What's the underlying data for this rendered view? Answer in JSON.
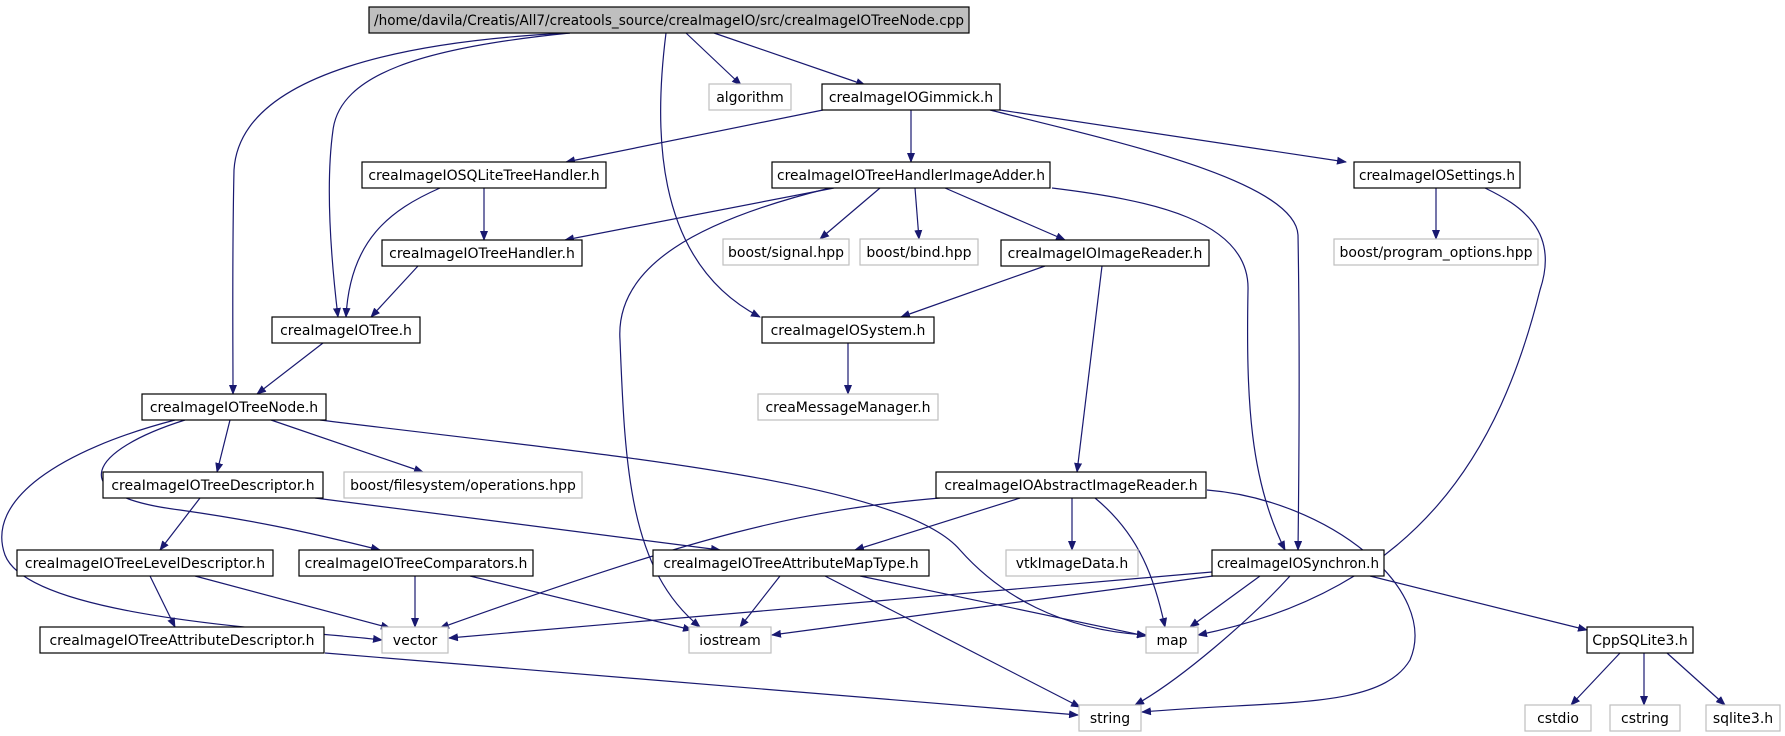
{
  "diagram": {
    "type": "include-dependency-graph",
    "colors": {
      "edge": "#191970",
      "node_border_internal": "#000000",
      "node_border_external": "#bfbfbf",
      "root_fill": "#bfbfbf",
      "node_fill": "#ffffff"
    },
    "nodes": [
      {
        "id": "root",
        "label": "/home/davila/Creatis/All7/creatools_source/creaImageIO/src/creaImageIOTreeNode.cpp",
        "kind": "root"
      },
      {
        "id": "algorithm",
        "label": "algorithm",
        "kind": "external"
      },
      {
        "id": "gimmick",
        "label": "creaImageIOGimmick.h",
        "kind": "internal"
      },
      {
        "id": "sqlite_handler",
        "label": "creaImageIOSQLiteTreeHandler.h",
        "kind": "internal"
      },
      {
        "id": "adder",
        "label": "creaImageIOTreeHandlerImageAdder.h",
        "kind": "internal"
      },
      {
        "id": "settings",
        "label": "creaImageIOSettings.h",
        "kind": "internal"
      },
      {
        "id": "tree_handler",
        "label": "creaImageIOTreeHandler.h",
        "kind": "internal"
      },
      {
        "id": "signal",
        "label": "boost/signal.hpp",
        "kind": "external"
      },
      {
        "id": "bind",
        "label": "boost/bind.hpp",
        "kind": "external"
      },
      {
        "id": "image_reader",
        "label": "creaImageIOImageReader.h",
        "kind": "internal"
      },
      {
        "id": "program_options",
        "label": "boost/program_options.hpp",
        "kind": "external"
      },
      {
        "id": "tree",
        "label": "creaImageIOTree.h",
        "kind": "internal"
      },
      {
        "id": "system",
        "label": "creaImageIOSystem.h",
        "kind": "internal"
      },
      {
        "id": "tree_node",
        "label": "creaImageIOTreeNode.h",
        "kind": "internal"
      },
      {
        "id": "message_manager",
        "label": "creaMessageManager.h",
        "kind": "external"
      },
      {
        "id": "tree_descriptor",
        "label": "creaImageIOTreeDescriptor.h",
        "kind": "internal"
      },
      {
        "id": "filesystem",
        "label": "boost/filesystem/operations.hpp",
        "kind": "external"
      },
      {
        "id": "abstract_reader",
        "label": "creaImageIOAbstractImageReader.h",
        "kind": "internal"
      },
      {
        "id": "level_descriptor",
        "label": "creaImageIOTreeLevelDescriptor.h",
        "kind": "internal"
      },
      {
        "id": "comparators",
        "label": "creaImageIOTreeComparators.h",
        "kind": "internal"
      },
      {
        "id": "attr_map",
        "label": "creaImageIOTreeAttributeMapType.h",
        "kind": "internal"
      },
      {
        "id": "vtk_image_data",
        "label": "vtkImageData.h",
        "kind": "external"
      },
      {
        "id": "synchron",
        "label": "creaImageIOSynchron.h",
        "kind": "internal"
      },
      {
        "id": "attr_descriptor",
        "label": "creaImageIOTreeAttributeDescriptor.h",
        "kind": "internal"
      },
      {
        "id": "vector",
        "label": "vector",
        "kind": "external"
      },
      {
        "id": "iostream",
        "label": "iostream",
        "kind": "external"
      },
      {
        "id": "map",
        "label": "map",
        "kind": "external"
      },
      {
        "id": "cppsqlite",
        "label": "CppSQLite3.h",
        "kind": "internal"
      },
      {
        "id": "string",
        "label": "string",
        "kind": "external"
      },
      {
        "id": "cstdio",
        "label": "cstdio",
        "kind": "external"
      },
      {
        "id": "cstring",
        "label": "cstring",
        "kind": "external"
      },
      {
        "id": "sqlite3",
        "label": "sqlite3.h",
        "kind": "external"
      }
    ],
    "edges": [
      {
        "from": "root",
        "to": "algorithm"
      },
      {
        "from": "root",
        "to": "gimmick"
      },
      {
        "from": "root",
        "to": "tree"
      },
      {
        "from": "root",
        "to": "tree_node"
      },
      {
        "from": "root",
        "to": "system"
      },
      {
        "from": "gimmick",
        "to": "sqlite_handler"
      },
      {
        "from": "gimmick",
        "to": "adder"
      },
      {
        "from": "gimmick",
        "to": "settings"
      },
      {
        "from": "gimmick",
        "to": "synchron"
      },
      {
        "from": "sqlite_handler",
        "to": "tree_handler"
      },
      {
        "from": "sqlite_handler",
        "to": "tree"
      },
      {
        "from": "adder",
        "to": "tree_handler"
      },
      {
        "from": "adder",
        "to": "signal"
      },
      {
        "from": "adder",
        "to": "bind"
      },
      {
        "from": "adder",
        "to": "image_reader"
      },
      {
        "from": "adder",
        "to": "synchron"
      },
      {
        "from": "adder",
        "to": "iostream"
      },
      {
        "from": "settings",
        "to": "program_options"
      },
      {
        "from": "settings",
        "to": "map"
      },
      {
        "from": "tree_handler",
        "to": "tree"
      },
      {
        "from": "image_reader",
        "to": "system"
      },
      {
        "from": "image_reader",
        "to": "abstract_reader"
      },
      {
        "from": "tree",
        "to": "tree_node"
      },
      {
        "from": "system",
        "to": "message_manager"
      },
      {
        "from": "tree_node",
        "to": "tree_descriptor"
      },
      {
        "from": "tree_node",
        "to": "filesystem"
      },
      {
        "from": "tree_node",
        "to": "comparators"
      },
      {
        "from": "tree_node",
        "to": "map"
      },
      {
        "from": "tree_node",
        "to": "vector"
      },
      {
        "from": "tree_descriptor",
        "to": "level_descriptor"
      },
      {
        "from": "tree_descriptor",
        "to": "attr_map"
      },
      {
        "from": "abstract_reader",
        "to": "attr_map"
      },
      {
        "from": "abstract_reader",
        "to": "vtk_image_data"
      },
      {
        "from": "abstract_reader",
        "to": "map"
      },
      {
        "from": "abstract_reader",
        "to": "vector"
      },
      {
        "from": "abstract_reader",
        "to": "string"
      },
      {
        "from": "level_descriptor",
        "to": "attr_descriptor"
      },
      {
        "from": "level_descriptor",
        "to": "vector"
      },
      {
        "from": "comparators",
        "to": "vector"
      },
      {
        "from": "comparators",
        "to": "iostream"
      },
      {
        "from": "attr_map",
        "to": "iostream"
      },
      {
        "from": "attr_map",
        "to": "map"
      },
      {
        "from": "attr_map",
        "to": "string"
      },
      {
        "from": "synchron",
        "to": "vector"
      },
      {
        "from": "synchron",
        "to": "iostream"
      },
      {
        "from": "synchron",
        "to": "map"
      },
      {
        "from": "synchron",
        "to": "string"
      },
      {
        "from": "synchron",
        "to": "cppsqlite"
      },
      {
        "from": "attr_descriptor",
        "to": "string"
      },
      {
        "from": "cppsqlite",
        "to": "cstdio"
      },
      {
        "from": "cppsqlite",
        "to": "cstring"
      },
      {
        "from": "cppsqlite",
        "to": "sqlite3"
      }
    ]
  }
}
